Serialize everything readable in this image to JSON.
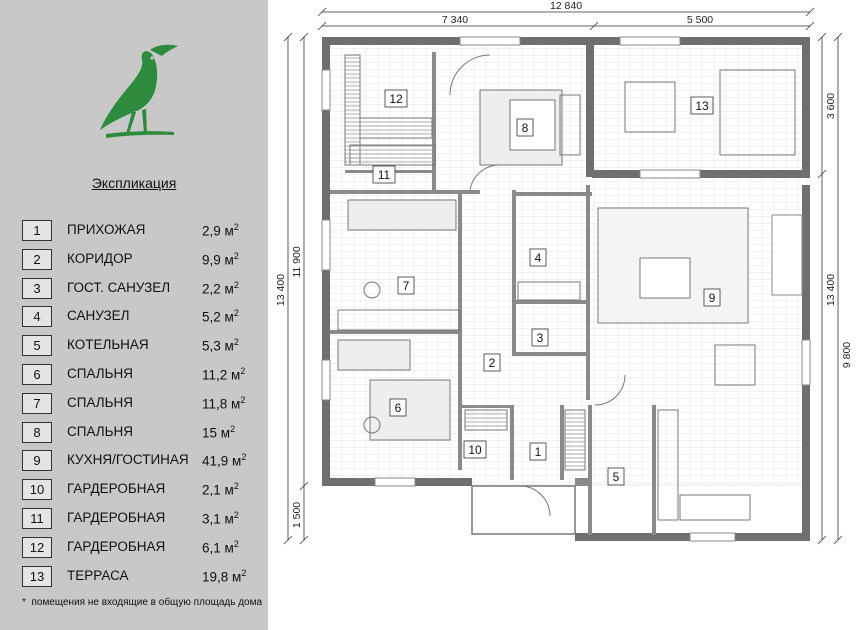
{
  "explication": {
    "title": "Экспликация",
    "rooms": [
      {
        "num": "1",
        "name": "ПРИХОЖАЯ",
        "area": "2,9 м",
        "unit_sup": "2"
      },
      {
        "num": "2",
        "name": "КОРИДОР",
        "area": "9,9 м",
        "unit_sup": "2"
      },
      {
        "num": "3",
        "name": "ГОСТ. САНУЗЕЛ",
        "area": "2,2 м",
        "unit_sup": "2"
      },
      {
        "num": "4",
        "name": "САНУЗЕЛ",
        "area": "5,2 м",
        "unit_sup": "2"
      },
      {
        "num": "5",
        "name": "КОТЕЛЬНАЯ",
        "area": "5,3 м",
        "unit_sup": "2"
      },
      {
        "num": "6",
        "name": "СПАЛЬНЯ",
        "area": "11,2 м",
        "unit_sup": "2"
      },
      {
        "num": "7",
        "name": "СПАЛЬНЯ",
        "area": "11,8 м",
        "unit_sup": "2"
      },
      {
        "num": "8",
        "name": "СПАЛЬНЯ",
        "area": "15 м",
        "unit_sup": "2"
      },
      {
        "num": "9",
        "name": "КУХНЯ/ГОСТИНАЯ",
        "area": "41,9 м",
        "unit_sup": "2"
      },
      {
        "num": "10",
        "name": "ГАРДЕРОБНАЯ",
        "area": "2,1 м",
        "unit_sup": "2"
      },
      {
        "num": "11",
        "name": "ГАРДЕРОБНАЯ",
        "area": "3,1 м",
        "unit_sup": "2"
      },
      {
        "num": "12",
        "name": "ГАРДЕРОБНАЯ",
        "area": "6,1 м",
        "unit_sup": "2"
      },
      {
        "num": "13",
        "name": "ТЕРРАСА",
        "area": "19,8 м",
        "unit_sup": "2"
      }
    ],
    "footnote_mark": "*",
    "footnote": "помещения не входящие в общую площадь дома"
  },
  "dimensions": {
    "total_width": "12 840",
    "left_width": "7 340",
    "right_width": "5 500",
    "total_height_left": "13 400",
    "inner_height_left": "11 900",
    "porch_depth": "1 500",
    "total_height_right": "13 400",
    "terrace_depth": "3 600",
    "main_depth_right": "9 800"
  },
  "plan_labels": [
    "1",
    "2",
    "3",
    "4",
    "5",
    "6",
    "7",
    "8",
    "9",
    "10",
    "11",
    "12",
    "13"
  ],
  "colors": {
    "sidebar_bg": "#c7c8c7",
    "logo_green": "#2e8b3e",
    "wall": "#6f6f6f"
  },
  "icons": [
    "bird-logo-icon"
  ]
}
